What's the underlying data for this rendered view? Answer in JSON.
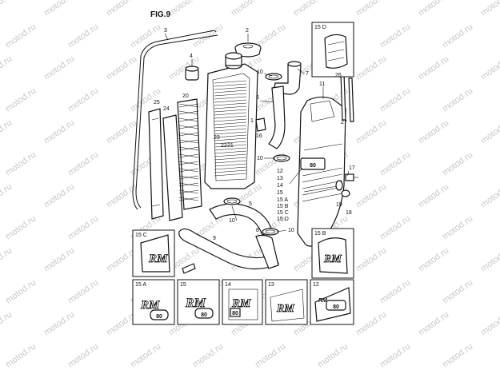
{
  "figure": {
    "title": "FIG.9"
  },
  "watermark": {
    "text": "motod.ru"
  },
  "callouts": [
    {
      "id": "c3",
      "text": "3"
    },
    {
      "id": "c2",
      "text": "2"
    },
    {
      "id": "c4",
      "text": "4"
    },
    {
      "id": "c10a",
      "text": "10"
    },
    {
      "id": "c7",
      "text": "7"
    },
    {
      "id": "c6",
      "text": "6"
    },
    {
      "id": "c1",
      "text": "1"
    },
    {
      "id": "c16",
      "text": "16"
    },
    {
      "id": "c25",
      "text": "25"
    },
    {
      "id": "c24",
      "text": "24"
    },
    {
      "id": "c20",
      "text": "20"
    },
    {
      "id": "c23",
      "text": "23"
    },
    {
      "id": "c22",
      "text": "22"
    },
    {
      "id": "c21",
      "text": "21"
    },
    {
      "id": "c10b",
      "text": "10"
    },
    {
      "id": "c5",
      "text": "5"
    },
    {
      "id": "c10c",
      "text": "10"
    },
    {
      "id": "c9",
      "text": "9"
    },
    {
      "id": "c8",
      "text": "8"
    },
    {
      "id": "c10d",
      "text": "10"
    },
    {
      "id": "c11",
      "text": "11"
    },
    {
      "id": "c26",
      "text": "26"
    },
    {
      "id": "c27",
      "text": "27"
    },
    {
      "id": "c12",
      "text": "12"
    },
    {
      "id": "c13",
      "text": "13"
    },
    {
      "id": "c14",
      "text": "14"
    },
    {
      "id": "c15",
      "text": "15"
    },
    {
      "id": "c15A",
      "text": "15 A"
    },
    {
      "id": "c15B",
      "text": "15 B"
    },
    {
      "id": "c15C",
      "text": "15 C"
    },
    {
      "id": "c15D",
      "text": "15 D"
    },
    {
      "id": "c17",
      "text": "17"
    },
    {
      "id": "c19",
      "text": "19"
    },
    {
      "id": "c18",
      "text": "18"
    }
  ],
  "decal_boxes": [
    {
      "id": "box15D",
      "label": "15 D",
      "decal": ""
    },
    {
      "id": "box15C",
      "label": "15 C",
      "decal": "RM"
    },
    {
      "id": "box15B",
      "label": "15 B",
      "decal": "RM"
    },
    {
      "id": "box15A",
      "label": "15 A",
      "decal": "RM 80"
    },
    {
      "id": "box15",
      "label": "15",
      "decal": "RM 80"
    },
    {
      "id": "box14",
      "label": "14",
      "decal": "RM 80"
    },
    {
      "id": "box13",
      "label": "13",
      "decal": "RM"
    },
    {
      "id": "box12",
      "label": "12",
      "decal": "RM 80"
    }
  ],
  "decal_text": {
    "rm": "RM",
    "num": "80"
  },
  "colors": {
    "ink": "#111111",
    "paper": "#ffffff",
    "watermark": "#c8c8c8"
  }
}
